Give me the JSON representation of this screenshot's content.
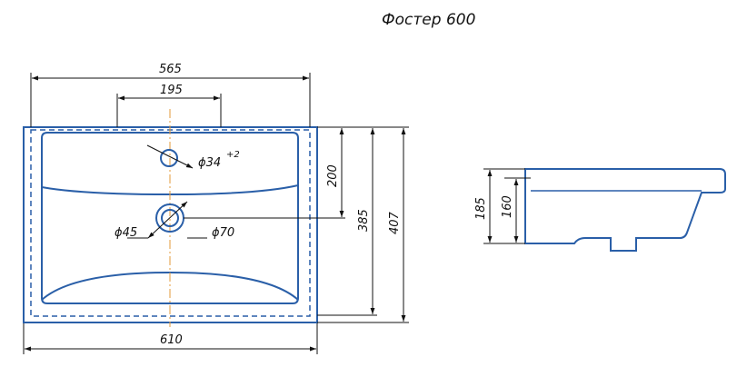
{
  "title": "Фостер 600",
  "plan_view": {
    "width_outer": "610",
    "width_inner": "565",
    "tap_spacing": "195",
    "tap_hole": "ϕ34",
    "tap_hole_tolerance": "+2",
    "drain_inner": "ϕ45",
    "drain_outer": "ϕ70",
    "tap_to_drain": "200",
    "depth_inner": "385",
    "depth_outer": "407"
  },
  "side_view": {
    "total_height": "185",
    "bowl_height": "160"
  },
  "colors": {
    "outline": "#2a5fa8",
    "dimensions": "#111111",
    "centerline": "#e39a3a"
  }
}
